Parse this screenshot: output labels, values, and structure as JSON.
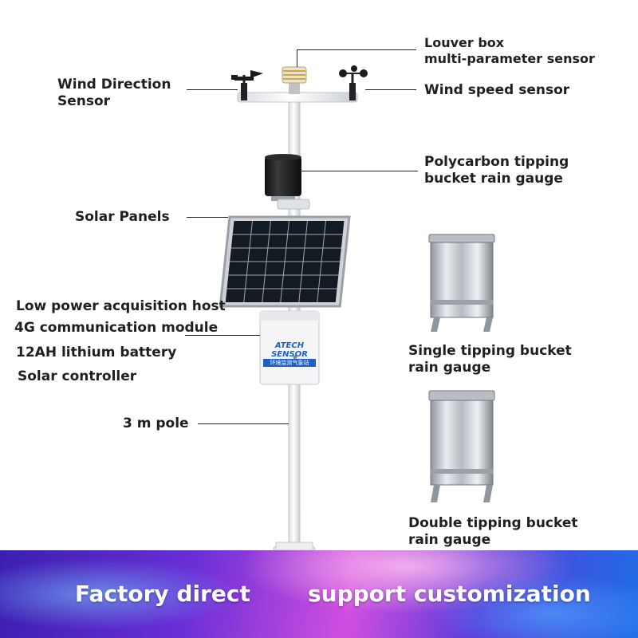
{
  "labels": {
    "wind_direction": {
      "line1": "Wind Direction",
      "line2": "Sensor"
    },
    "louver_box": {
      "line1": "Louver box",
      "line2": "multi-parameter sensor"
    },
    "wind_speed": "Wind speed sensor",
    "rain_gauge_top": {
      "line1": "Polycarbon tipping",
      "line2": "bucket rain gauge"
    },
    "solar_panels": "Solar Panels",
    "host_items": [
      "Low power acquisition host",
      "4G communication module",
      "12AH lithium battery",
      "Solar controller"
    ],
    "pole": "3 m pole",
    "single_gauge": {
      "line1": "Single tipping bucket",
      "line2": "rain gauge"
    },
    "double_gauge": {
      "line1": "Double tipping bucket",
      "line2": "rain gauge"
    }
  },
  "device_box": {
    "brand": "ATECH SENSOR",
    "subtitle": "环境监测气象站"
  },
  "banner": {
    "left": "Factory direct",
    "right": "support customization"
  },
  "colors": {
    "label_text": "#1f1f1f",
    "banner_purple": "#6a2fd6",
    "banner_pink": "#d04fe0",
    "banner_blue": "#1e6fe6",
    "brand_blue": "#1d5fc4"
  }
}
